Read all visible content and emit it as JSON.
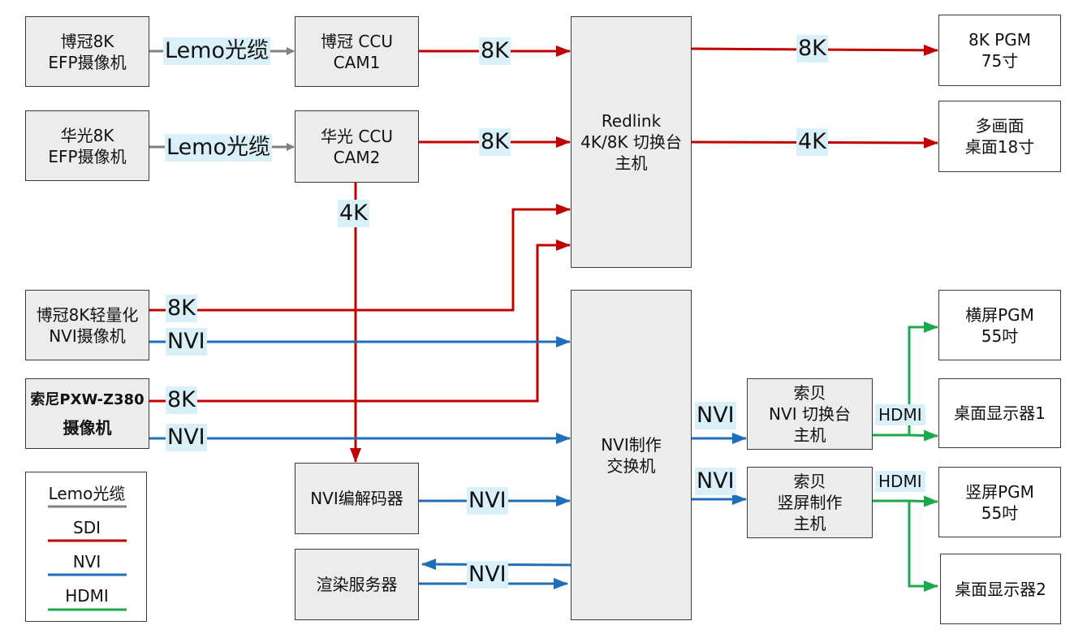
{
  "colors": {
    "lemo": "#808080",
    "sdi": "#c00000",
    "nvi": "#1f6eb8",
    "hdmi": "#1aa84a",
    "tag_bg": "#d9f0f8",
    "box_fill": "#ececec"
  },
  "boxes": {
    "bg8k_line1": "博冠8K",
    "bg8k_line2": "EFP摄像机",
    "hg8k_line1": "华光8K",
    "hg8k_line2": "EFP摄像机",
    "bgccu_line1": "博冠 CCU",
    "bgccu_line2": "CAM1",
    "hgccu_line1": "华光 CCU",
    "hgccu_line2": "CAM2",
    "redlink_line1": "Redlink",
    "redlink_line2": "4K/8K 切换台",
    "redlink_line3": "主机",
    "pgm8k_line1": "8K PGM",
    "pgm8k_line2": "75寸",
    "multi_line1": "多画面",
    "multi_line2": "桌面18寸",
    "bglight_line1": "博冠8K轻量化",
    "bglight_line2": "NVI摄像机",
    "sony_line1": "索尼PXW-Z380",
    "sony_line2": "摄像机",
    "nvisw_line1": "NVI制作",
    "nvisw_line2": "交换机",
    "codec": "NVI编解码器",
    "render": "渲染服务器",
    "sonynvi_line1": "索贝",
    "sonynvi_line2": "NVI 切换台",
    "sonynvi_line3": "主机",
    "sonyvert_line1": "索贝",
    "sonyvert_line2": "竖屏制作",
    "sonyvert_line3": "主机",
    "hpgm_line1": "横屏PGM",
    "hpgm_line2": "55吋",
    "desk1": "桌面显示器1",
    "vpgm_line1": "竖屏PGM",
    "vpgm_line2": "55吋",
    "desk2": "桌面显示器2"
  },
  "tags": {
    "lemo1": "Lemo光缆",
    "lemo2": "Lemo光缆",
    "k8_ccu1": "8K",
    "k8_ccu2": "8K",
    "k8_pgm": "8K",
    "k4_multi": "4K",
    "k4_vertical": "4K",
    "k8_bglight": "8K",
    "nvi_bglight": "NVI",
    "k8_sony": "8K",
    "nvi_sony": "NVI",
    "nvi_codec": "NVI",
    "nvi_render": "NVI",
    "nvi_sonynvi": "NVI",
    "nvi_sonyvert": "NVI",
    "hdmi1": "HDMI",
    "hdmi2": "HDMI"
  },
  "legend": {
    "lemo": "Lemo光缆",
    "sdi": "SDI",
    "nvi": "NVI",
    "hdmi": "HDMI"
  }
}
